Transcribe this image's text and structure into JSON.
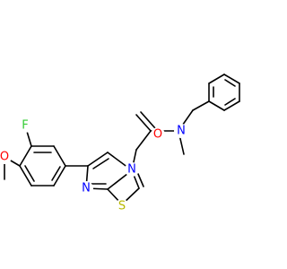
{
  "molecule": {
    "atoms": {
      "O_carbonyl": {
        "label": "O",
        "color": "#ff0000"
      },
      "N_amide": {
        "label": "N",
        "color": "#0000ff"
      },
      "N_ring_bridge": {
        "label": "N",
        "color": "#0000ff"
      },
      "N_ring": {
        "label": "N",
        "color": "#0000ff"
      },
      "S_ring": {
        "label": "S",
        "color": "#b8b800"
      },
      "F": {
        "label": "F",
        "color": "#33cc33"
      },
      "O_methoxy": {
        "label": "O",
        "color": "#ff0000"
      }
    }
  }
}
